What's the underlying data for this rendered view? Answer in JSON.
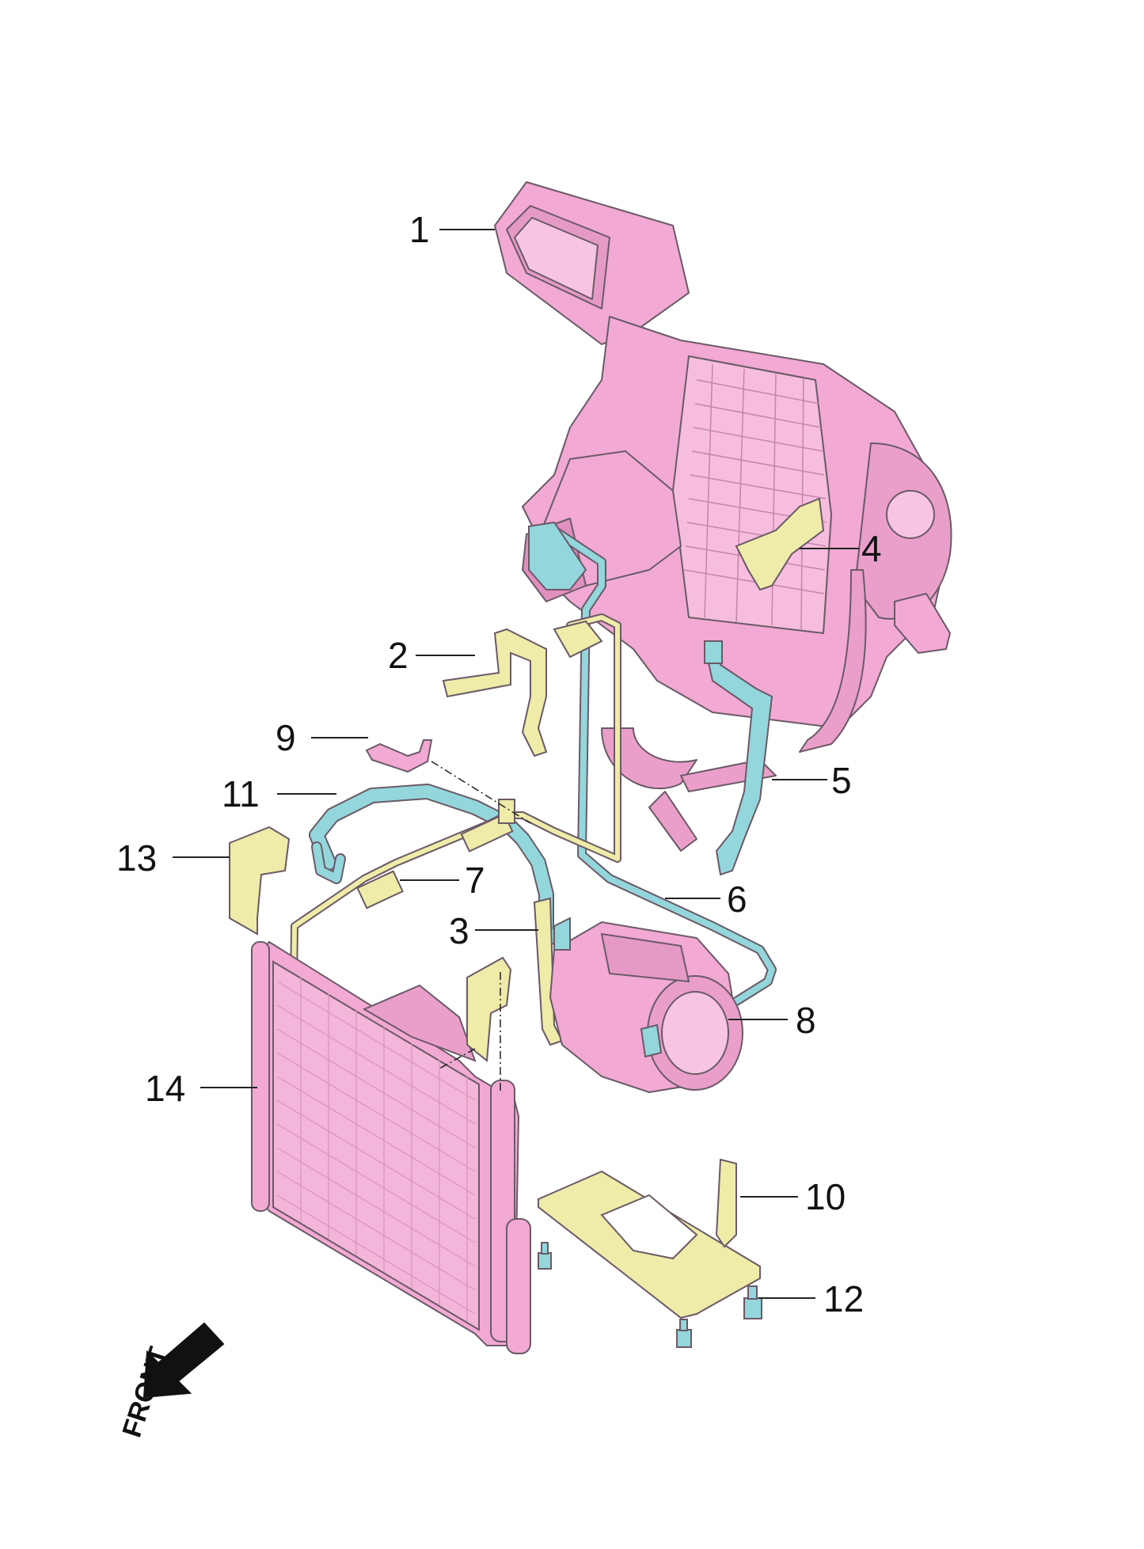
{
  "diagram": {
    "front_label": "FRONT",
    "colors": {
      "housing": "#f2a9d4",
      "pipe": "#93d6dc",
      "bracket": "#efeba8",
      "outline": "#6a5a66",
      "text": "#111111"
    },
    "callouts": [
      {
        "id": "1",
        "text": "1"
      },
      {
        "id": "2",
        "text": "2"
      },
      {
        "id": "3",
        "text": "3"
      },
      {
        "id": "4",
        "text": "4"
      },
      {
        "id": "5",
        "text": "5"
      },
      {
        "id": "6",
        "text": "6"
      },
      {
        "id": "7",
        "text": "7"
      },
      {
        "id": "8",
        "text": "8"
      },
      {
        "id": "9",
        "text": "9"
      },
      {
        "id": "10",
        "text": "10"
      },
      {
        "id": "11",
        "text": "11"
      },
      {
        "id": "12",
        "text": "12"
      },
      {
        "id": "13",
        "text": "13"
      },
      {
        "id": "14",
        "text": "14"
      }
    ]
  }
}
